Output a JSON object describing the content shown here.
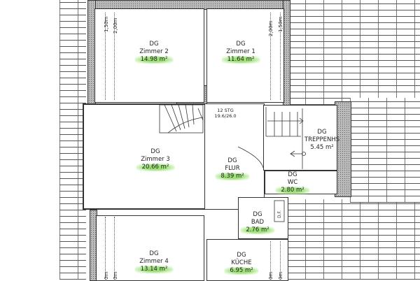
{
  "rooms": {
    "zimmer2": {
      "level": "DG",
      "name": "Zimmer 2",
      "area": "14.98 m²"
    },
    "zimmer1": {
      "level": "DG",
      "name": "Zimmer 1",
      "area": "11.64 m²"
    },
    "zimmer3": {
      "level": "DG",
      "name": "Zimmer 3",
      "area": "20.66 m²"
    },
    "flur": {
      "level": "DG",
      "name": "FLUR",
      "area": "8.39 m²"
    },
    "treppenhaus": {
      "level": "DG",
      "name": "TREPPENHS",
      "area": "5.45 m²"
    },
    "wc": {
      "level": "DG",
      "name": "WC",
      "area": "2.80 m²"
    },
    "bad": {
      "level": "DG",
      "name": "BAD",
      "area": "2.76 m²"
    },
    "zimmer4": {
      "level": "DG",
      "name": "Zimmer 4",
      "area": "13.14 m²"
    },
    "kueche": {
      "level": "DG",
      "name": "KÜCHE",
      "area": "6.95 m²"
    }
  },
  "dimensions": {
    "h150": "1,50m",
    "h200": "2,00m",
    "h_cut": "0m"
  },
  "stair": {
    "steps": "12 STG",
    "ratio": "19.6/26.0"
  },
  "misc": {
    "df": "D.F."
  },
  "colors": {
    "highlight": "#9fe07a",
    "wall": "#bbbbbb",
    "lines": "#333333"
  }
}
